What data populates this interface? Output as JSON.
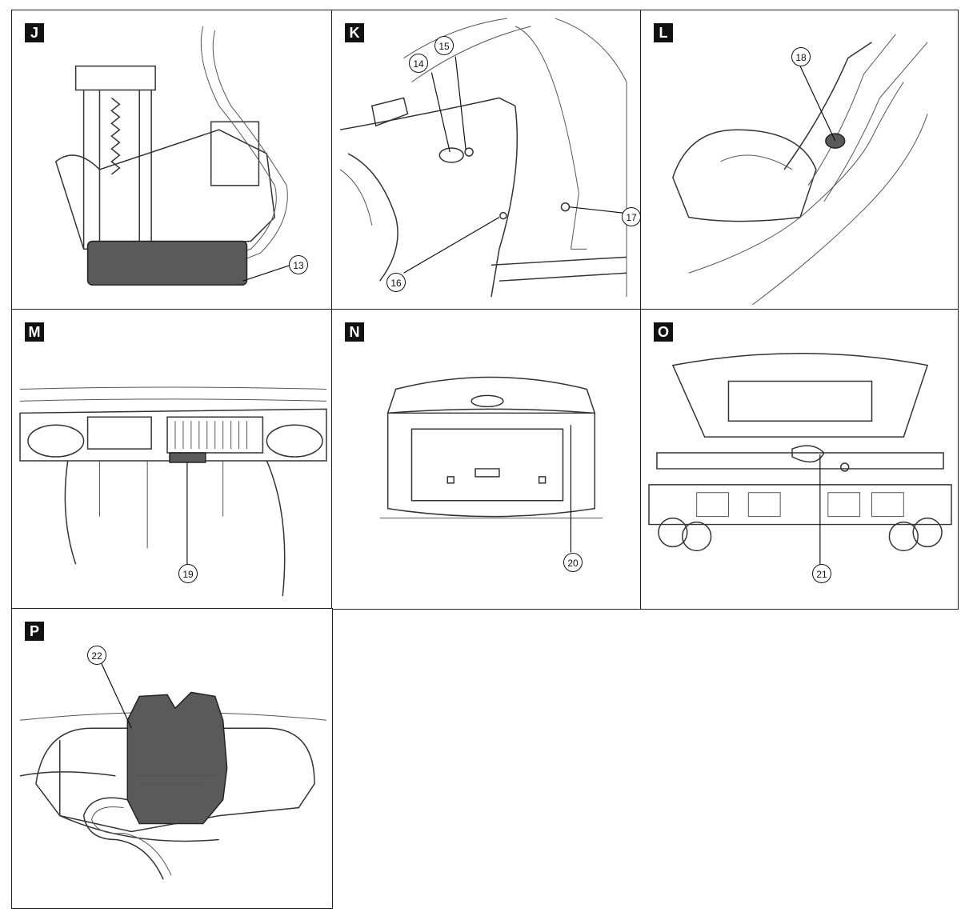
{
  "panels": [
    {
      "label": "J",
      "callouts": [
        "13"
      ]
    },
    {
      "label": "K",
      "callouts": [
        "14",
        "15",
        "16",
        "17"
      ]
    },
    {
      "label": "L",
      "callouts": [
        "18"
      ]
    },
    {
      "label": "M",
      "callouts": [
        "19"
      ]
    },
    {
      "label": "N",
      "callouts": [
        "20"
      ]
    },
    {
      "label": "O",
      "callouts": [
        "21"
      ]
    },
    {
      "label": "P",
      "callouts": [
        "22"
      ]
    }
  ]
}
